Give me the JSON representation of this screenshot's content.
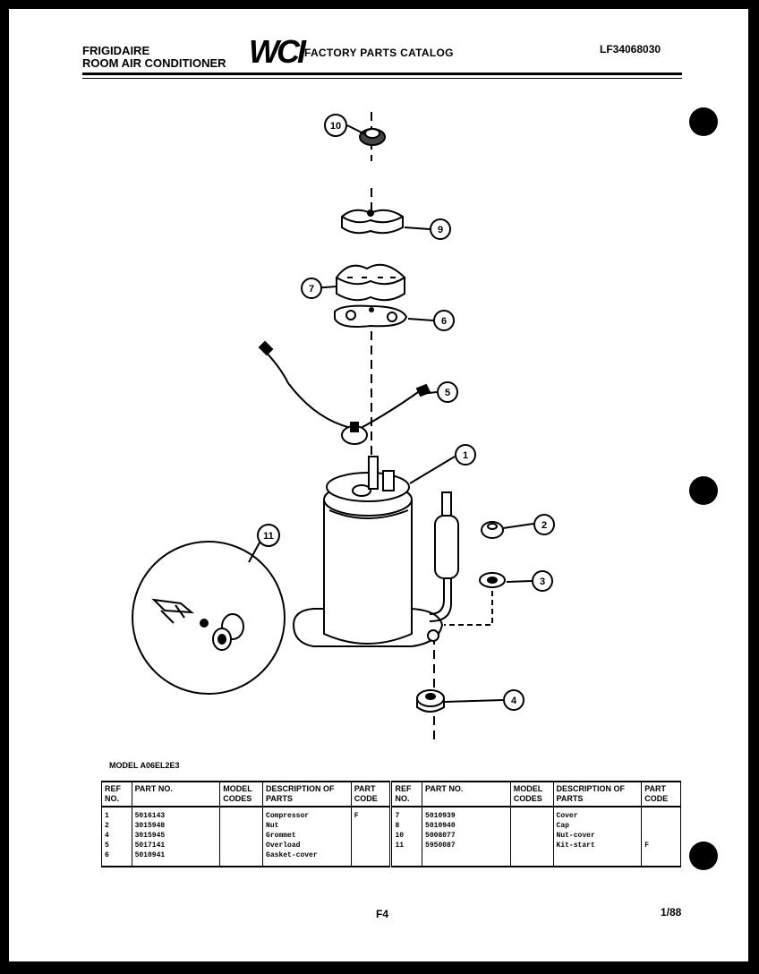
{
  "header": {
    "brand_line1": "FRIGIDAIRE",
    "brand_line2": "ROOM AIR CONDITIONER",
    "logo_text": "WCI",
    "catalog_title": "FACTORY PARTS CATALOG",
    "catalog_code": "LF34068030"
  },
  "diagram": {
    "callouts": [
      "10",
      "9",
      "7",
      "6",
      "5",
      "1",
      "2",
      "3",
      "11",
      "4"
    ]
  },
  "model_label": "MODEL A06EL2E3",
  "table": {
    "headers": {
      "ref": "REF NO.",
      "part": "PART NO.",
      "model_codes": "MODEL CODES",
      "description": "DESCRIPTION OF PARTS",
      "part_code": "PART CODE"
    },
    "left": [
      {
        "ref": "1",
        "part": "5016143",
        "model": "",
        "desc": "Compressor",
        "code": "F"
      },
      {
        "ref": "2",
        "part": "3015948",
        "model": "",
        "desc": "Nut",
        "code": ""
      },
      {
        "ref": "4",
        "part": "3015945",
        "model": "",
        "desc": "Grommet",
        "code": ""
      },
      {
        "ref": "5",
        "part": "5017141",
        "model": "",
        "desc": "Overload",
        "code": ""
      },
      {
        "ref": "6",
        "part": "5010941",
        "model": "",
        "desc": "Gasket-cover",
        "code": ""
      }
    ],
    "right": [
      {
        "ref": "7",
        "part": "5010939",
        "model": "",
        "desc": "Cover",
        "code": ""
      },
      {
        "ref": "8",
        "part": "5010940",
        "model": "",
        "desc": "Cap",
        "code": ""
      },
      {
        "ref": "10",
        "part": "5008077",
        "model": "",
        "desc": "Nut-cover",
        "code": ""
      },
      {
        "ref": "11",
        "part": "5950087",
        "model": "",
        "desc": "Kit-start",
        "code": "F"
      },
      {
        "ref": "",
        "part": "",
        "model": "",
        "desc": "",
        "code": ""
      }
    ]
  },
  "footer": {
    "page_mark": "F4",
    "date": "1/88"
  }
}
